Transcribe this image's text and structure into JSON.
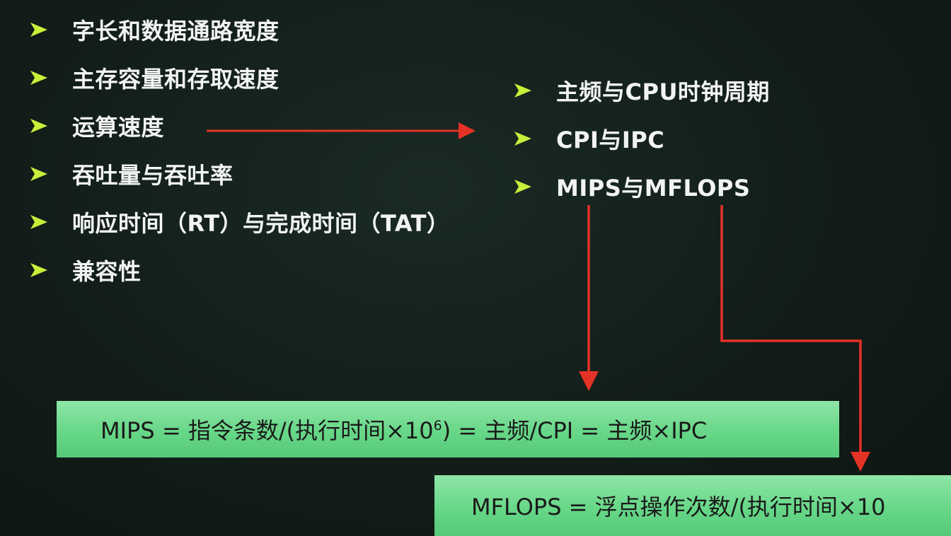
{
  "left_items": [
    {
      "label": "字长和数据通路宽度"
    },
    {
      "label": "主存容量和存取速度"
    },
    {
      "label": "运算速度"
    },
    {
      "label": "吞吐量与吞吐率"
    },
    {
      "label": "响应时间（RT）与完成时间（TAT）"
    },
    {
      "label": "兼容性"
    }
  ],
  "right_items": [
    {
      "label": "主频与CPU时钟周期"
    },
    {
      "label": "CPI与IPC"
    },
    {
      "label": "MIPS与MFLOPS"
    }
  ],
  "formulas": {
    "mips_pre": "MIPS = 指令条数/(执行时间×10",
    "mips_exp": "6",
    "mips_post": ") = 主频/CPI = 主频×IPC",
    "mflops": "MFLOPS = 浮点操作次数/(执行时间×10"
  },
  "icons": {
    "bullet": "chevron-right-icon"
  },
  "colors": {
    "bullet": "#c8f03a",
    "arrow": "#e53226",
    "formula_bg": "#67d788"
  }
}
